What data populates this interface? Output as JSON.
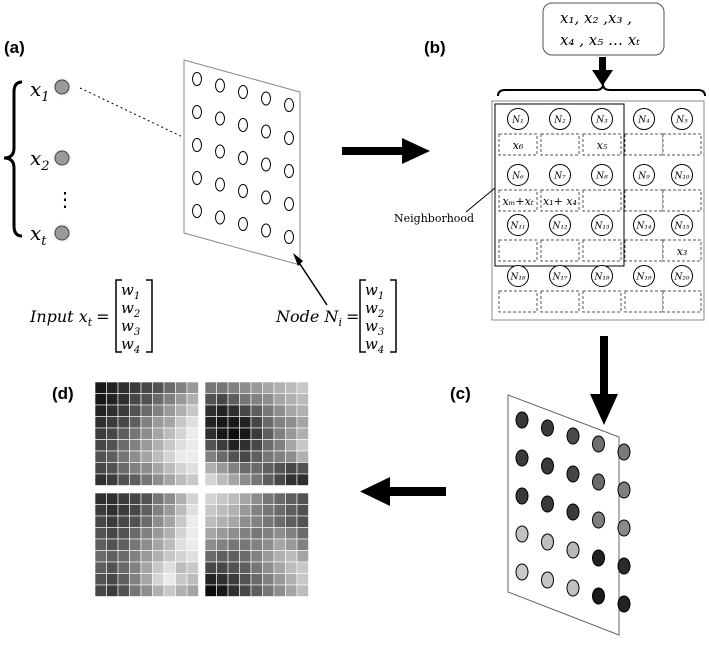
{
  "panels": {
    "a": "(a)",
    "b": "(b)",
    "c": "(c)",
    "d": "(d)"
  },
  "inputs": {
    "x1": "x",
    "x1_sub": "1",
    "x2": "x",
    "x2_sub": "2",
    "xt": "x",
    "xt_sub": "t",
    "dots": "⋮"
  },
  "equations": {
    "input_label": "Input x",
    "input_sub": "t",
    "node_label": "Node N",
    "node_sub": "i",
    "equals": "=",
    "vector": [
      {
        "w": "w",
        "s": "1"
      },
      {
        "w": "w",
        "s": "2"
      },
      {
        "w": "w",
        "s": "3"
      },
      {
        "w": "w",
        "s": "4"
      }
    ]
  },
  "sequence_box": {
    "line1": "x₁, x₂ ,x₃ ,",
    "line2": "x₄ , x₅ … xₜ"
  },
  "neighborhood_label": "Neighborhood",
  "grid_b": {
    "rows": [
      {
        "nodes": [
          "N₁",
          "N₂",
          "N₃",
          "N₄",
          "N₅"
        ],
        "cells": [
          "x₆",
          "",
          "x₅",
          "",
          ""
        ]
      },
      {
        "nodes": [
          "N₆",
          "N₇",
          "N₈",
          "N₉",
          "N₁₀"
        ],
        "cells": [
          "xₘ+xₜ",
          "x₁+ x₄",
          "",
          "",
          ""
        ]
      },
      {
        "nodes": [
          "N₁₁",
          "N₁₂",
          "N₁₃",
          "N₁₄",
          "N₁₅"
        ],
        "cells": [
          "",
          "",
          "",
          "",
          "x₃"
        ]
      },
      {
        "nodes": [
          "N₁₈",
          "N₁₇",
          "N₁₈",
          "N₁₉",
          "N₂₀"
        ],
        "cells": [
          "",
          "",
          "",
          "",
          ""
        ]
      }
    ]
  },
  "colors": {
    "black": "#000000",
    "node_fill_input": "#9a9a9a",
    "node_glow": "#d4d4d4"
  },
  "trained_nodes_gray": [
    [
      "#3a3a3a",
      "#3a3a3a",
      "#4a4a4a",
      "#6f6f6f",
      "#7a7a7a"
    ],
    [
      "#3a3a3a",
      "#3a3a3a",
      "#454545",
      "#6a6a6a",
      "#7f7f7f"
    ],
    [
      "#3a3a3a",
      "#3a3a3a",
      "#3a3a3a",
      "#808080",
      "#8a8a8a"
    ],
    [
      "#c2c2c2",
      "#bebebe",
      "#b8b8b8",
      "#202020",
      "#2a2a2a"
    ],
    [
      "#c8c8c8",
      "#c5c5c5",
      "#c0c0c0",
      "#1a1a1a",
      "#222222"
    ]
  ],
  "heatmaps": [
    [
      [
        0.1,
        0.15,
        0.2,
        0.25,
        0.3,
        0.35,
        0.45,
        0.55,
        0.65
      ],
      [
        0.1,
        0.15,
        0.2,
        0.3,
        0.35,
        0.45,
        0.55,
        0.65,
        0.75
      ],
      [
        0.15,
        0.2,
        0.25,
        0.35,
        0.45,
        0.55,
        0.65,
        0.75,
        0.85
      ],
      [
        0.2,
        0.25,
        0.3,
        0.4,
        0.55,
        0.65,
        0.7,
        0.85,
        0.95
      ],
      [
        0.25,
        0.3,
        0.4,
        0.5,
        0.6,
        0.7,
        0.8,
        0.9,
        1.0
      ],
      [
        0.3,
        0.35,
        0.45,
        0.55,
        0.65,
        0.75,
        0.85,
        0.95,
        1.0
      ],
      [
        0.35,
        0.4,
        0.5,
        0.6,
        0.7,
        0.8,
        0.9,
        1.0,
        1.0
      ],
      [
        0.3,
        0.35,
        0.45,
        0.55,
        0.6,
        0.7,
        0.8,
        0.9,
        0.95
      ],
      [
        0.2,
        0.25,
        0.35,
        0.4,
        0.5,
        0.6,
        0.7,
        0.8,
        0.85
      ]
    ],
    [
      [
        0.5,
        0.5,
        0.55,
        0.6,
        0.65,
        0.7,
        0.75,
        0.8,
        0.85
      ],
      [
        0.35,
        0.3,
        0.4,
        0.5,
        0.55,
        0.6,
        0.7,
        0.75,
        0.8
      ],
      [
        0.2,
        0.15,
        0.2,
        0.3,
        0.4,
        0.5,
        0.6,
        0.7,
        0.75
      ],
      [
        0.15,
        0.1,
        0.1,
        0.15,
        0.3,
        0.45,
        0.55,
        0.6,
        0.7
      ],
      [
        0.2,
        0.1,
        0.05,
        0.1,
        0.25,
        0.4,
        0.55,
        0.65,
        0.75
      ],
      [
        0.35,
        0.25,
        0.15,
        0.2,
        0.3,
        0.45,
        0.55,
        0.7,
        0.85
      ],
      [
        0.55,
        0.45,
        0.35,
        0.3,
        0.4,
        0.5,
        0.55,
        0.6,
        0.75
      ],
      [
        0.75,
        0.65,
        0.55,
        0.45,
        0.45,
        0.4,
        0.35,
        0.3,
        0.35
      ],
      [
        0.9,
        0.8,
        0.7,
        0.6,
        0.5,
        0.4,
        0.3,
        0.2,
        0.2
      ]
    ],
    [
      [
        0.2,
        0.2,
        0.25,
        0.3,
        0.35,
        0.5,
        0.6,
        0.75,
        0.9
      ],
      [
        0.25,
        0.2,
        0.25,
        0.3,
        0.4,
        0.55,
        0.65,
        0.8,
        0.95
      ],
      [
        0.3,
        0.25,
        0.3,
        0.35,
        0.45,
        0.6,
        0.7,
        0.85,
        1.0
      ],
      [
        0.35,
        0.3,
        0.35,
        0.45,
        0.55,
        0.65,
        0.75,
        0.9,
        1.0
      ],
      [
        0.4,
        0.35,
        0.4,
        0.5,
        0.6,
        0.7,
        0.8,
        0.95,
        1.0
      ],
      [
        0.45,
        0.4,
        0.45,
        0.55,
        0.65,
        0.75,
        0.85,
        0.9,
        0.95
      ],
      [
        0.4,
        0.35,
        0.45,
        0.55,
        0.7,
        0.85,
        0.95,
        0.8,
        0.85
      ],
      [
        0.35,
        0.3,
        0.4,
        0.55,
        0.7,
        0.9,
        1.0,
        0.85,
        0.8
      ],
      [
        0.3,
        0.25,
        0.35,
        0.5,
        0.6,
        0.75,
        0.85,
        0.75,
        0.7
      ]
    ],
    [
      [
        0.9,
        0.85,
        0.8,
        0.7,
        0.6,
        0.5,
        0.45,
        0.4,
        0.35
      ],
      [
        0.85,
        0.8,
        0.75,
        0.65,
        0.55,
        0.5,
        0.45,
        0.4,
        0.35
      ],
      [
        0.8,
        0.75,
        0.7,
        0.6,
        0.55,
        0.5,
        0.45,
        0.4,
        0.35
      ],
      [
        0.7,
        0.65,
        0.6,
        0.55,
        0.5,
        0.55,
        0.6,
        0.55,
        0.45
      ],
      [
        0.6,
        0.55,
        0.5,
        0.5,
        0.55,
        0.6,
        0.7,
        0.65,
        0.55
      ],
      [
        0.45,
        0.4,
        0.4,
        0.45,
        0.55,
        0.65,
        0.75,
        0.8,
        0.7
      ],
      [
        0.3,
        0.3,
        0.35,
        0.4,
        0.5,
        0.6,
        0.7,
        0.8,
        0.85
      ],
      [
        0.15,
        0.2,
        0.25,
        0.35,
        0.45,
        0.55,
        0.65,
        0.75,
        0.85
      ],
      [
        0.05,
        0.1,
        0.2,
        0.3,
        0.4,
        0.5,
        0.6,
        0.7,
        0.8
      ]
    ]
  ]
}
